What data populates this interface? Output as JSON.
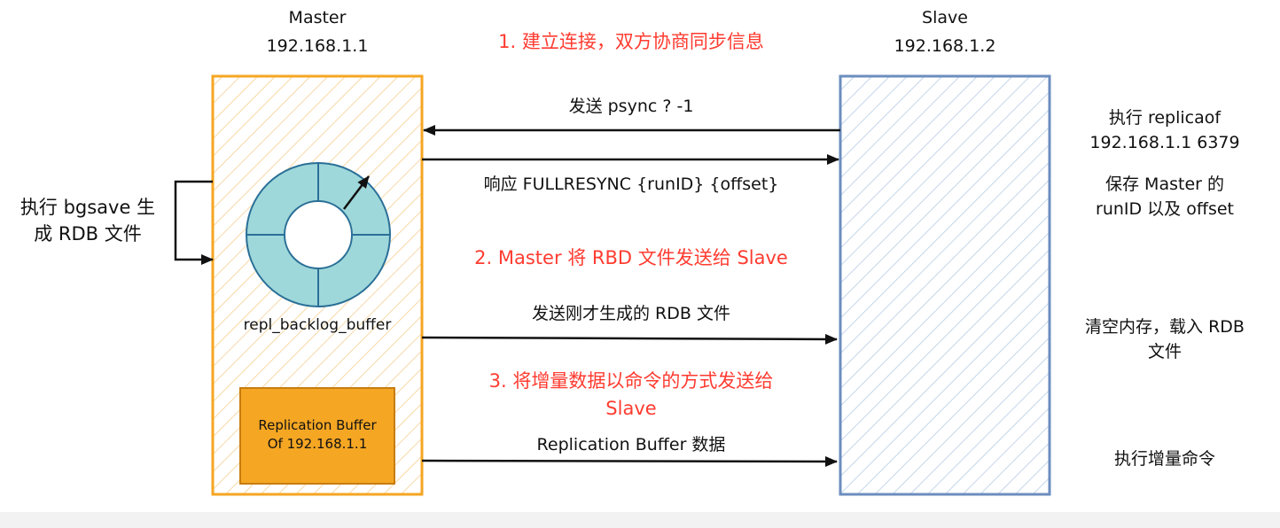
{
  "master": {
    "name": "Master",
    "ip": "192.168.1.1",
    "backlog_label": "repl_backlog_buffer",
    "repl_buffer_label": "Replication Buffer\nOf 192.168.1.1",
    "side_note": "执行 bgsave 生\n成 RDB 文件"
  },
  "slave": {
    "name": "Slave",
    "ip": "192.168.1.2",
    "notes": [
      "执行 replicaof\n192.168.1.1 6379",
      "保存 Master 的\nrunID 以及 offset",
      "清空内存，载入 RDB\n文件",
      "执行增量命令"
    ]
  },
  "steps": [
    "1. 建立连接，双方协商同步信息",
    "2. Master 将 RBD 文件发送给 Slave",
    "3. 将增量数据以命令的方式发送给\nSlave"
  ],
  "messages": [
    "发送 psync ? -1",
    "响应 FULLRESYNC {runID} {offset}",
    "发送刚才生成的 RDB 文件",
    "Replication Buffer 数据"
  ],
  "colors": {
    "master_border": "#f5a623",
    "master_hatch": "#f7d9a6",
    "slave_border": "#6c8ebf",
    "slave_hatch": "#c5d6ea",
    "ring_fill": "#9fd8da",
    "ring_stroke": "#2a6f97",
    "repl_buffer_fill": "#f5a623",
    "step_text": "#ff3b30"
  }
}
